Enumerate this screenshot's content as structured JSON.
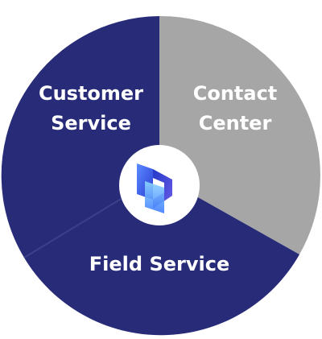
{
  "segments": [
    {
      "id": "customer-service",
      "line1": "Customer",
      "line2": "Service",
      "color": "#272b78"
    },
    {
      "id": "contact-center",
      "line1": "Contact",
      "line2": "Center",
      "color": "#a6a6a6"
    },
    {
      "id": "field-service",
      "line1": "Field Service",
      "color": "#272b78"
    }
  ],
  "colors": {
    "divider": "#3c418a",
    "center_circle": "#ffffff",
    "logo_light": "#4a6cf0",
    "logo_dark": "#1d2bb0",
    "logo_accent": "#7fd0ff"
  },
  "center_icon": "dynamics-365-logo-icon"
}
